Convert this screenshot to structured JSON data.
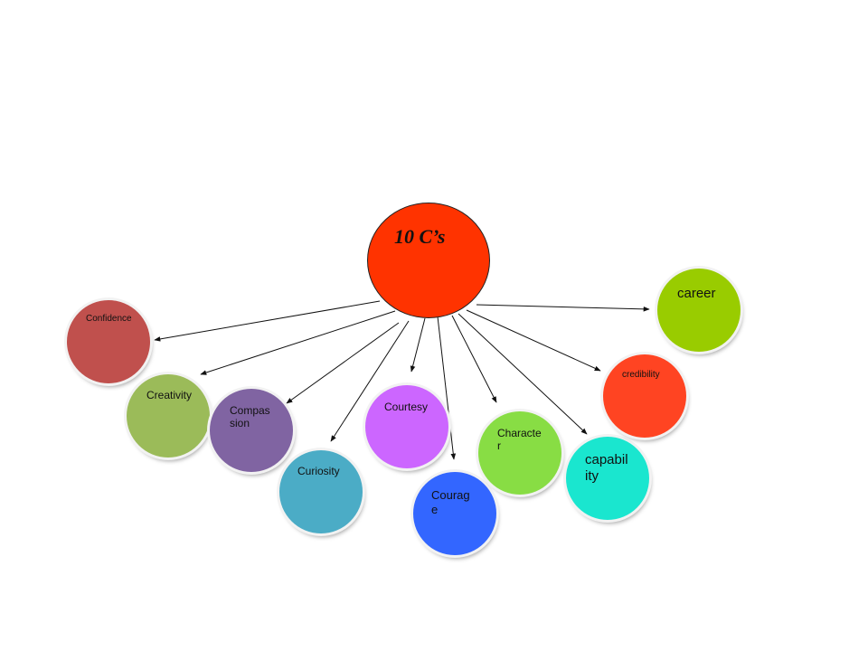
{
  "center": {
    "label": "10 C’s",
    "color": "#ff3300"
  },
  "nodes": [
    {
      "id": "confidence",
      "label": "Confidence",
      "color": "#c0504d"
    },
    {
      "id": "creativity",
      "label": "Creativity",
      "color": "#9bbb59"
    },
    {
      "id": "compassion",
      "label": "Compassion",
      "color": "#8064a2"
    },
    {
      "id": "curiosity",
      "label": "Curiosity",
      "color": "#4bacc6"
    },
    {
      "id": "courtesy",
      "label": "Courtesy",
      "color": "#cc66ff"
    },
    {
      "id": "courage",
      "label": "Courage",
      "color": "#3366ff"
    },
    {
      "id": "character",
      "label": "Character",
      "color": "#88dd44"
    },
    {
      "id": "capability",
      "label": "capability",
      "color": "#1ae6cf"
    },
    {
      "id": "credibility",
      "label": "credibility",
      "color": "#ff4422"
    },
    {
      "id": "career",
      "label": "career",
      "color": "#99cc00"
    }
  ]
}
